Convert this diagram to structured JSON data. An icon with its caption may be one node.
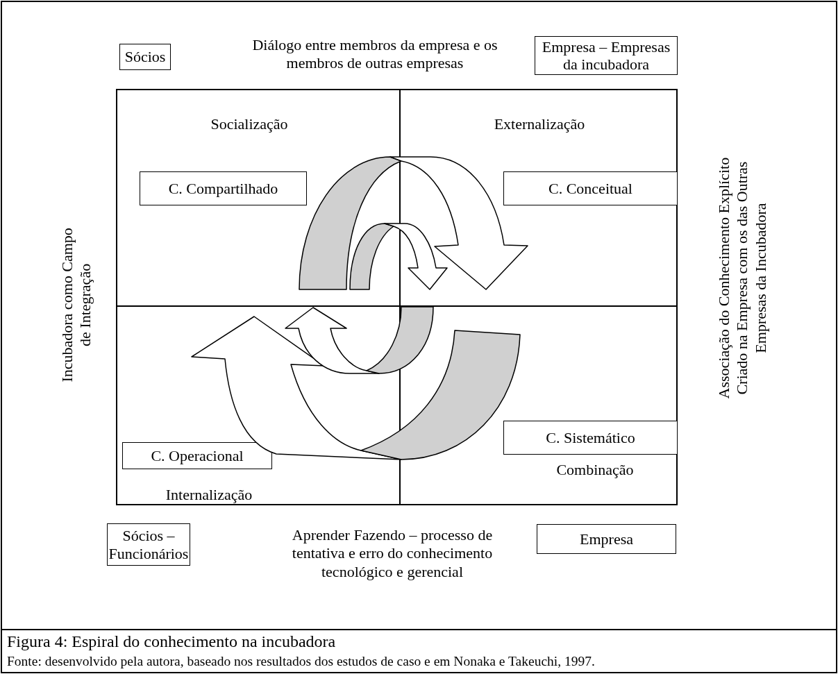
{
  "diagram": {
    "caption": "Figura 4: Espiral do conhecimento na incubadora",
    "nodes": [
      {
        "text": [
          "Sócios"
        ]
      },
      {
        "text": [
          "Empresa – Empresas da incubadora"
        ]
      },
      {
        "text": [
          "Socialização"
        ]
      },
      {
        "text": [
          "C. Compartilhado"
        ],
        "in": 2
      },
      {
        "text": [
          "Externalização"
        ]
      },
      {
        "text": [
          "C. Conceitual"
        ],
        "in": 4
      },
      {
        "text": [
          "Internalização"
        ]
      },
      {
        "text": [
          "C. Operacional"
        ],
        "in": 6
      },
      {
        "text": [
          "Combinação"
        ]
      },
      {
        "text": [
          "C. Sistemático"
        ],
        "in": 8
      },
      {
        "text": [
          "Sócios – Funcionários"
        ]
      },
      {
        "text": [
          "Empresa"
        ]
      }
    ],
    "edges": [],
    "labels": [
      "Diálogo entre membros da empresa e os membros de outras empresas",
      "Incubadora como Campo de Integração",
      "Associação do Conhecimento Explícito Criado na Empresa com os das Outras Empresas da Incubadora",
      "Aprender Fazendo – processo de tentativa e erro do conhecimento tecnológico e gerencial",
      "Fonte: desenvolvido pela autora, baseado nos resultados dos estudos de caso e em Nonaka e Takeuchi, 1997."
    ]
  }
}
